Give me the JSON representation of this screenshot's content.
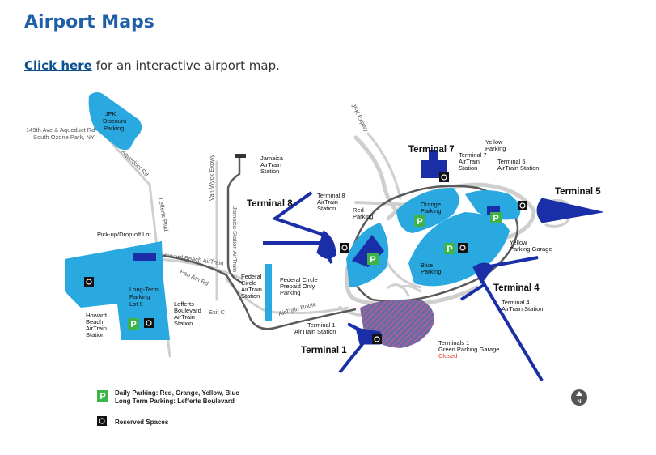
{
  "page": {
    "title": "Airport Maps",
    "link_text": "Click here",
    "intro_rest": " for an interactive airport map."
  },
  "map": {
    "terminals": {
      "t1": "Terminal 1",
      "t4": "Terminal 4",
      "t5": "Terminal 5",
      "t7": "Terminal 7",
      "t8": "Terminal 8"
    },
    "address": [
      "149th Ave & Aqueduct Rd",
      "South Ozone Park, NY"
    ],
    "roads": {
      "aqueduct": "Aqueduct Rd",
      "lefferts": "Lefferts Blvd",
      "van_wyck": "Van Wyck Expwy",
      "jfk_expwy": "JFK Expwy",
      "howard_beach": "Howard Beach AirTrain",
      "pan_am": "Pan Am Rd",
      "jamaica_station": "Jamaica Station AirTrain",
      "airtrain_route": "AirTrain Route",
      "exit_c": "Exit C"
    },
    "places": {
      "jfk_discount": [
        "JFK",
        "Discount",
        "Parking"
      ],
      "jamaica": [
        "Jamaica",
        "AirTrain",
        "Station"
      ],
      "pickup": "Pick-up/Drop-off Lot",
      "long_term": [
        "Long-Term",
        "Parking",
        "Lot 9"
      ],
      "howard_beach_station": [
        "Howard",
        "Beach",
        "AirTrain",
        "Station"
      ],
      "lefferts_station": [
        "Lefferts",
        "Boulevard",
        "AirTrain",
        "Station"
      ],
      "federal_station": [
        "Federal",
        "Circle",
        "AirTrain",
        "Station"
      ],
      "federal_prepaid": [
        "Federal Circle",
        "Prepaid Only",
        "Parking"
      ],
      "t8_station": [
        "Terminal 8",
        "AirTrain",
        "Station"
      ],
      "red_parking": [
        "Red",
        "Parking"
      ],
      "orange_parking": [
        "Orange",
        "Parking"
      ],
      "t7_station": [
        "Terminal 7",
        "AirTrain",
        "Station"
      ],
      "yellow_parking": [
        "Yellow",
        "Parking"
      ],
      "t5_station": [
        "Terminal 5",
        "AirTrain Station"
      ],
      "yellow_garage": [
        "Yellow",
        "Parking Garage"
      ],
      "blue_parking": [
        "Blue",
        "Parking"
      ],
      "t4_station": [
        "Terminal 4",
        "AirTrain Station"
      ],
      "t1_station": [
        "Terminal 1",
        "AirTrain Station"
      ],
      "green_garage": [
        "Terminals 1",
        "Green Parking Garage"
      ],
      "closed": "Closed"
    },
    "icons": {
      "parking": "P",
      "north": "N"
    }
  },
  "legend": {
    "daily": "Daily Parking: Red, Orange, Yellow, Blue",
    "long_term": "Long Term Parking: Lefferts Boulevard",
    "reserved": "Reserved Spaces"
  },
  "colors": {
    "title": "#1f5fa8",
    "light_blue": "#2aa8e0",
    "dark_blue": "#1a2ea8",
    "parking_green": "#3db34a",
    "road_grey": "#c9c9c9",
    "airtrain": "#555555",
    "closed_red": "#e0322f"
  }
}
